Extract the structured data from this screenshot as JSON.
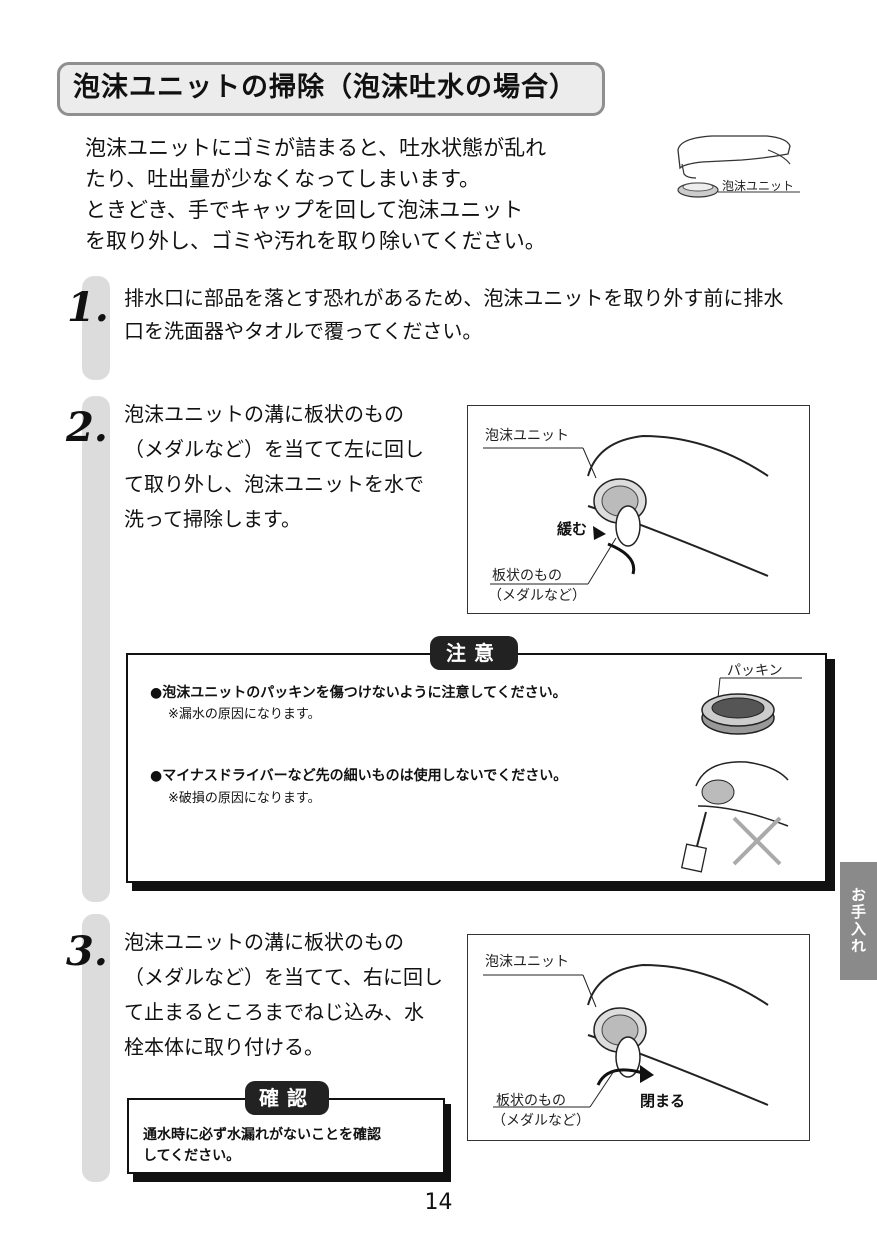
{
  "title": "泡沫ユニットの掃除（泡沫吐水の場合）",
  "intro": {
    "lines": [
      "泡沫ユニットにゴミが詰まると、吐水状態が乱れ",
      "たり、吐出量が少なくなってしまいます。",
      "ときどき、手でキャップを回して泡沫ユニット",
      "を取り外し、ゴミや汚れを取り除いてください。"
    ],
    "figure_label": "泡沫ユニット"
  },
  "steps": [
    {
      "number": "1.",
      "lines": [
        "排水口に部品を落とす恐れがあるため、泡沫ユニットを取り外す前に排水",
        "口を洗面器やタオルで覆ってください。"
      ]
    },
    {
      "number": "2.",
      "lines": [
        "泡沫ユニットの溝に板状のもの",
        "（メダルなど）を当てて左に回し",
        "て取り外し、泡沫ユニットを水で",
        "洗って掃除します。"
      ],
      "figure": {
        "label_unit": "泡沫ユニット",
        "label_action": "緩む",
        "label_tool_1": "板状のもの",
        "label_tool_2": "（メダルなど）"
      }
    },
    {
      "number": "3.",
      "lines": [
        "泡沫ユニットの溝に板状のもの",
        "（メダルなど）を当てて、右に回し",
        "て止まるところまでねじ込み、水",
        "栓本体に取り付ける。"
      ],
      "figure": {
        "label_unit": "泡沫ユニット",
        "label_action": "閉まる",
        "label_tool_1": "板状のもの",
        "label_tool_2": "（メダルなど）"
      }
    }
  ],
  "caution": {
    "badge": "注意",
    "item1": "●泡沫ユニットのパッキンを傷つけないように注意してください。",
    "item1_note": "※漏水の原因になります。",
    "item2": "●マイナスドライバーなど先の細いものは使用しないでください。",
    "item2_note": "※破損の原因になります。",
    "packing_label": "パッキン"
  },
  "confirm": {
    "badge": "確認",
    "line1": "通水時に必ず水漏れがないことを確認",
    "line2": "してください。"
  },
  "side_tab": "お手入れ",
  "page_number": "14"
}
